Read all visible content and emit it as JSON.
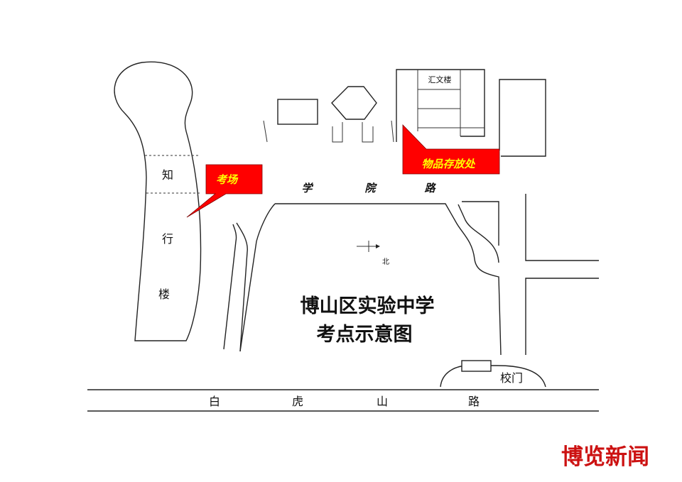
{
  "map": {
    "buildings": {
      "zhixing_char1": "知",
      "zhixing_char2": "行",
      "zhixing_char3": "楼",
      "huiwen": "汇文楼"
    },
    "roads": {
      "xueyuan": [
        "学",
        "院",
        "路"
      ],
      "baihushan": [
        "白",
        "虎",
        "山",
        "路"
      ]
    },
    "compass": {
      "label": "北"
    },
    "title": {
      "line1": "博山区实验中学",
      "line2": "考点示意图"
    },
    "gate": {
      "label": "校门"
    },
    "callouts": {
      "exam_room": "考场",
      "storage": "物品存放处",
      "color": "#ff0000",
      "text_color": "#ffff00"
    }
  },
  "watermark": {
    "text": "博览新闻",
    "color": "#cc1111"
  }
}
